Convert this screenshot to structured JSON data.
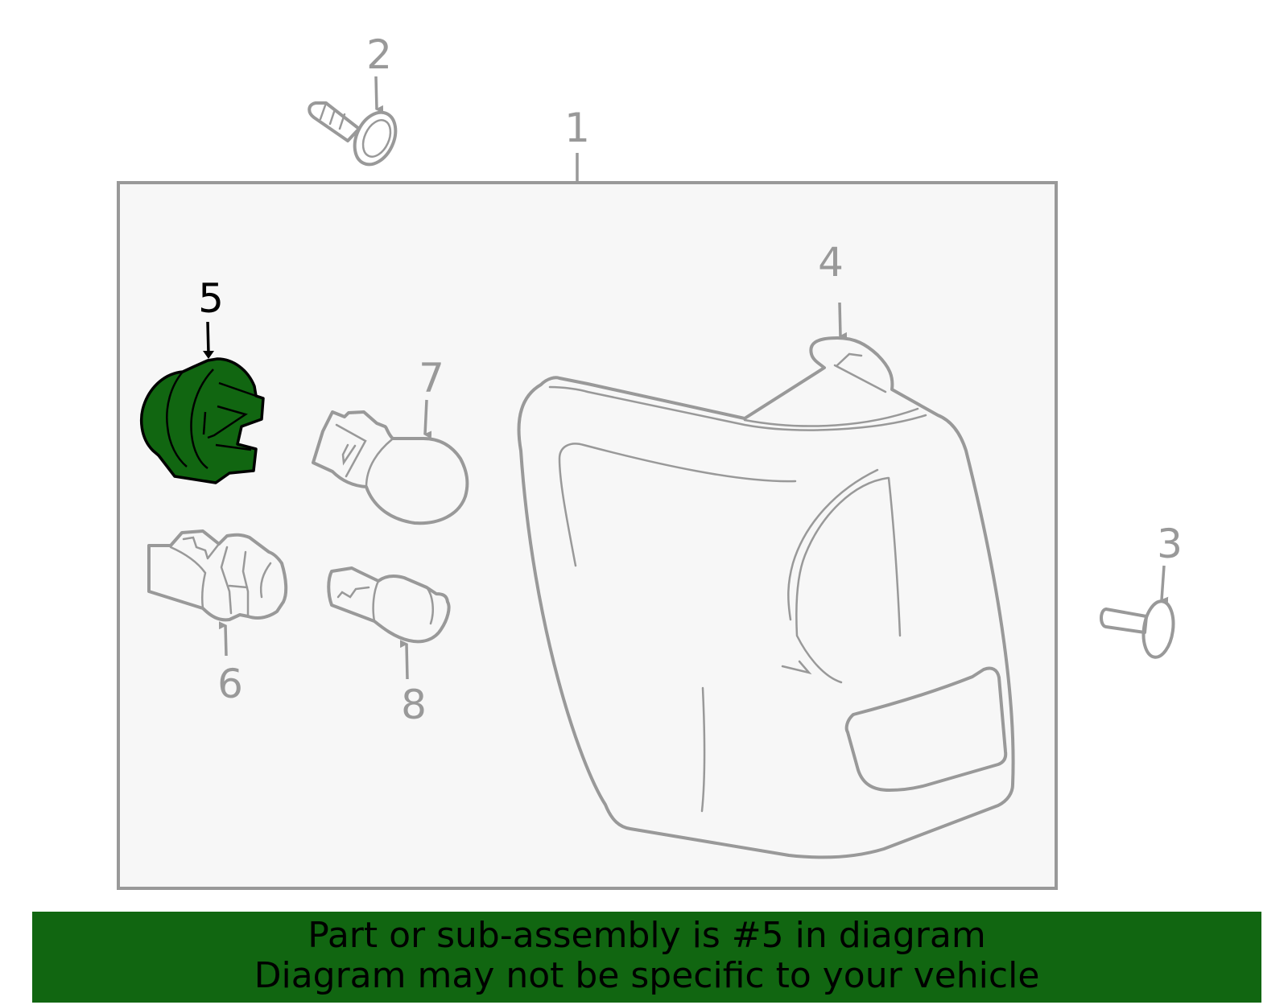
{
  "diagram": {
    "callouts": {
      "c1": "1",
      "c2": "2",
      "c3": "3",
      "c4": "4",
      "c5": "5",
      "c6": "6",
      "c7": "7",
      "c8": "8"
    },
    "highlighted_part": "5",
    "colors": {
      "highlight_fill": "#116611",
      "line": "#999999",
      "panel_fill": "#f7f7f7",
      "banner_bg": "#116611"
    }
  },
  "banner": {
    "line1": "Part or sub-assembly is #5 in diagram",
    "line2": "Diagram may not be specific to your vehicle"
  }
}
